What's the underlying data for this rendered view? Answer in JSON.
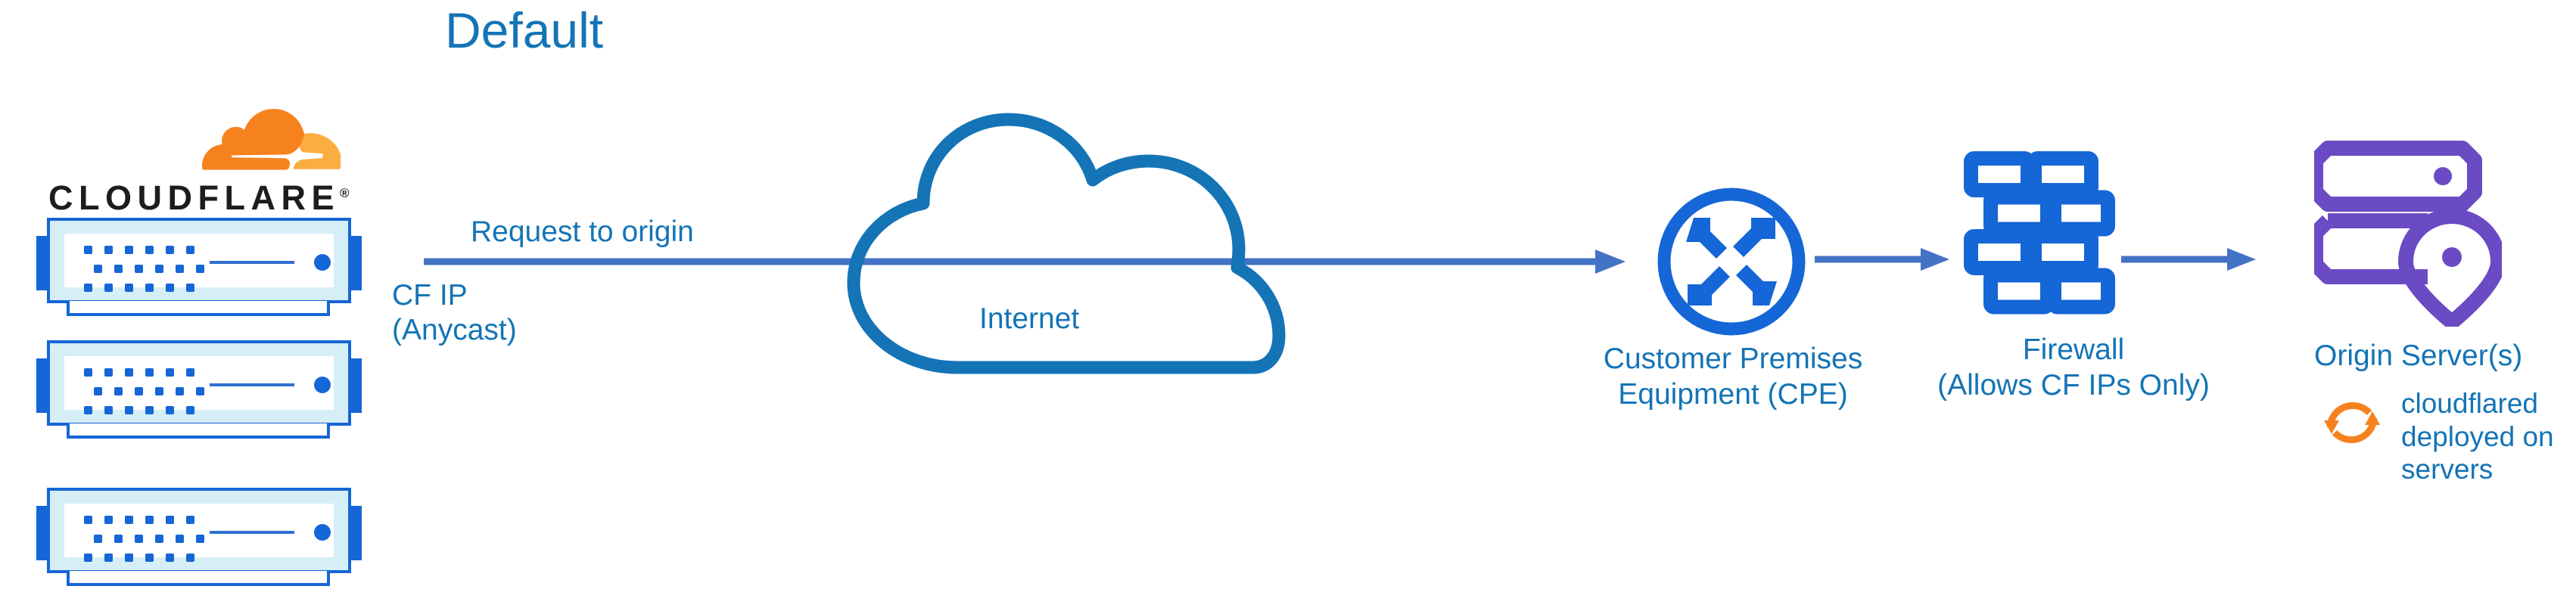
{
  "title": "Default",
  "colors": {
    "cf_orange": "#F6821F",
    "cf_orange_light": "#FBAD41",
    "label_blue": "#1474B6",
    "icon_blue": "#1566D6",
    "arrow_blue": "#4472C4",
    "origin_purple": "#6A4BC4",
    "wordmark_black": "#1D1D1B",
    "server_fill": "#D6EEF6"
  },
  "brand": {
    "logo_icon": "cloudflare-cloud-mark",
    "wordmark": "CLOUDFLARE",
    "registered_mark": "®"
  },
  "edge": {
    "server_count": 3,
    "servers": [
      {
        "name": "cloudflare-edge-server-1"
      },
      {
        "name": "cloudflare-edge-server-2"
      },
      {
        "name": "cloudflare-edge-server-3"
      }
    ]
  },
  "flow": {
    "request_label": "Request to origin",
    "source_ip_line1": "CF IP",
    "source_ip_line2": "(Anycast)"
  },
  "nodes": {
    "internet": {
      "label": "Internet",
      "icon": "cloud-outline-icon"
    },
    "cpe": {
      "label_line1": "Customer Premises",
      "label_line2": "Equipment (CPE)",
      "icon": "router-converge-arrows-icon"
    },
    "firewall": {
      "label_line1": "Firewall",
      "label_line2": "(Allows CF IPs Only)",
      "icon": "brick-wall-icon"
    },
    "origin": {
      "label": "Origin Server(s)",
      "icon": "server-rack-location-pin-icon"
    }
  },
  "annotation": {
    "icon": "sync-circular-arrows-icon",
    "line1": "cloudflared",
    "line2": "deployed on",
    "line3": "servers"
  }
}
